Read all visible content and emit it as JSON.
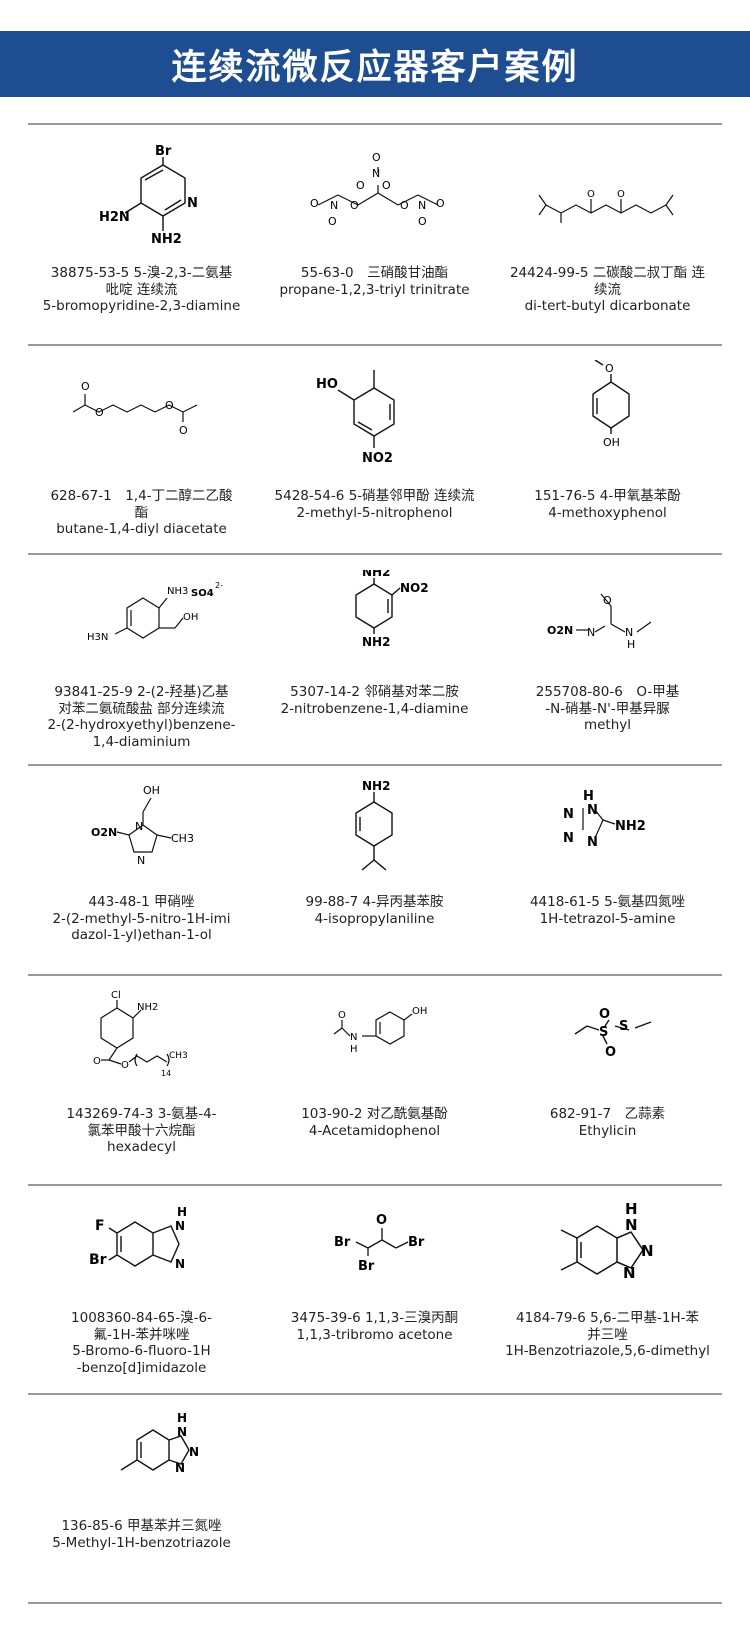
{
  "header": {
    "title": "连续流微反应器客户案例"
  },
  "cases": [
    {
      "lines": [
        "38875-53-5 5-溴-2,3-二氨基",
        "吡啶 连续流",
        "5-bromopyridine-2,3-diamine"
      ]
    },
    {
      "lines": [
        "55-63-0　三硝酸甘油酯",
        "propane-1,2,3-triyl trinitrate"
      ]
    },
    {
      "lines": [
        "24424-99-5 二碳酸二叔丁酯 连",
        "续流",
        "di-tert-butyl dicarbonate"
      ]
    },
    {
      "lines": [
        "628-67-1　1,4-丁二醇二乙酸",
        "酯",
        "butane-1,4-diyl diacetate"
      ]
    },
    {
      "lines": [
        "5428-54-6 5-硝基邻甲酚 连续流",
        "2-methyl-5-nitrophenol"
      ]
    },
    {
      "lines": [
        "151-76-5 4-甲氧基苯酚",
        "4-methoxyphenol"
      ]
    },
    {
      "lines": [
        "93841-25-9 2-(2-羟基)乙基",
        "对苯二氨硫酸盐 部分连续流",
        "2-(2-hydroxyethyl)benzene-",
        "1,4-diaminium"
      ]
    },
    {
      "lines": [
        "5307-14-2 邻硝基对苯二胺",
        "2-nitrobenzene-1,4-diamine"
      ]
    },
    {
      "lines": [
        "255708-80-6　O-甲基",
        "-N-硝基-N'-甲基异脲",
        "methyl"
      ]
    },
    {
      "lines": [
        "443-48-1 甲硝唑",
        "2-(2-methyl-5-nitro-1H-imi",
        "dazol-1-yl)ethan-1-ol"
      ]
    },
    {
      "lines": [
        "99-88-7 4-异丙基苯胺",
        "4-isopropylaniline"
      ]
    },
    {
      "lines": [
        "4418-61-5 5-氨基四氮唑",
        "1H-tetrazol-5-amine"
      ]
    },
    {
      "lines": [
        "143269-74-3 3-氨基-4-",
        "氯苯甲酸十六烷酯",
        "hexadecyl"
      ]
    },
    {
      "lines": [
        "103-90-2 对乙酰氨基酚",
        "4-Acetamidophenol"
      ]
    },
    {
      "lines": [
        "682-91-7　乙蒜素",
        "Ethylicin"
      ]
    },
    {
      "lines": [
        "1008360-84-65-溴-6-",
        "氟-1H-苯并咪唑",
        "5-Bromo-6-fluoro-1H",
        "-benzo[d]imidazole"
      ]
    },
    {
      "lines": [
        "3475-39-6 1,1,3-三溴丙酮",
        "1,1,3-tribromo acetone"
      ]
    },
    {
      "lines": [
        "4184-79-6 5,6-二甲基-1H-苯",
        "并三唑",
        "1H-Benzotriazole,5,6-dimethyl"
      ]
    },
    {
      "lines": [
        "136-85-6 甲基苯并三氮唑",
        "5-Methyl-1H-benzotriazole"
      ]
    }
  ],
  "atoms": {
    "br": "Br",
    "n": "N",
    "h2n": "H2N",
    "nh2": "NH2",
    "o": "O",
    "oh": "OH",
    "ho": "HO",
    "no2": "NO2",
    "o2n": "O2N",
    "nh": "NH",
    "h": "H",
    "cl": "Cl",
    "f": "F",
    "s": "S",
    "ch3": "CH3",
    "ch3lower": "CH3",
    "n14": "14",
    "nh3": "NH3",
    "so4": "SO4",
    "so4charge": "2-",
    "h3n": "H3N",
    "plus": "+",
    "minus": "-"
  }
}
